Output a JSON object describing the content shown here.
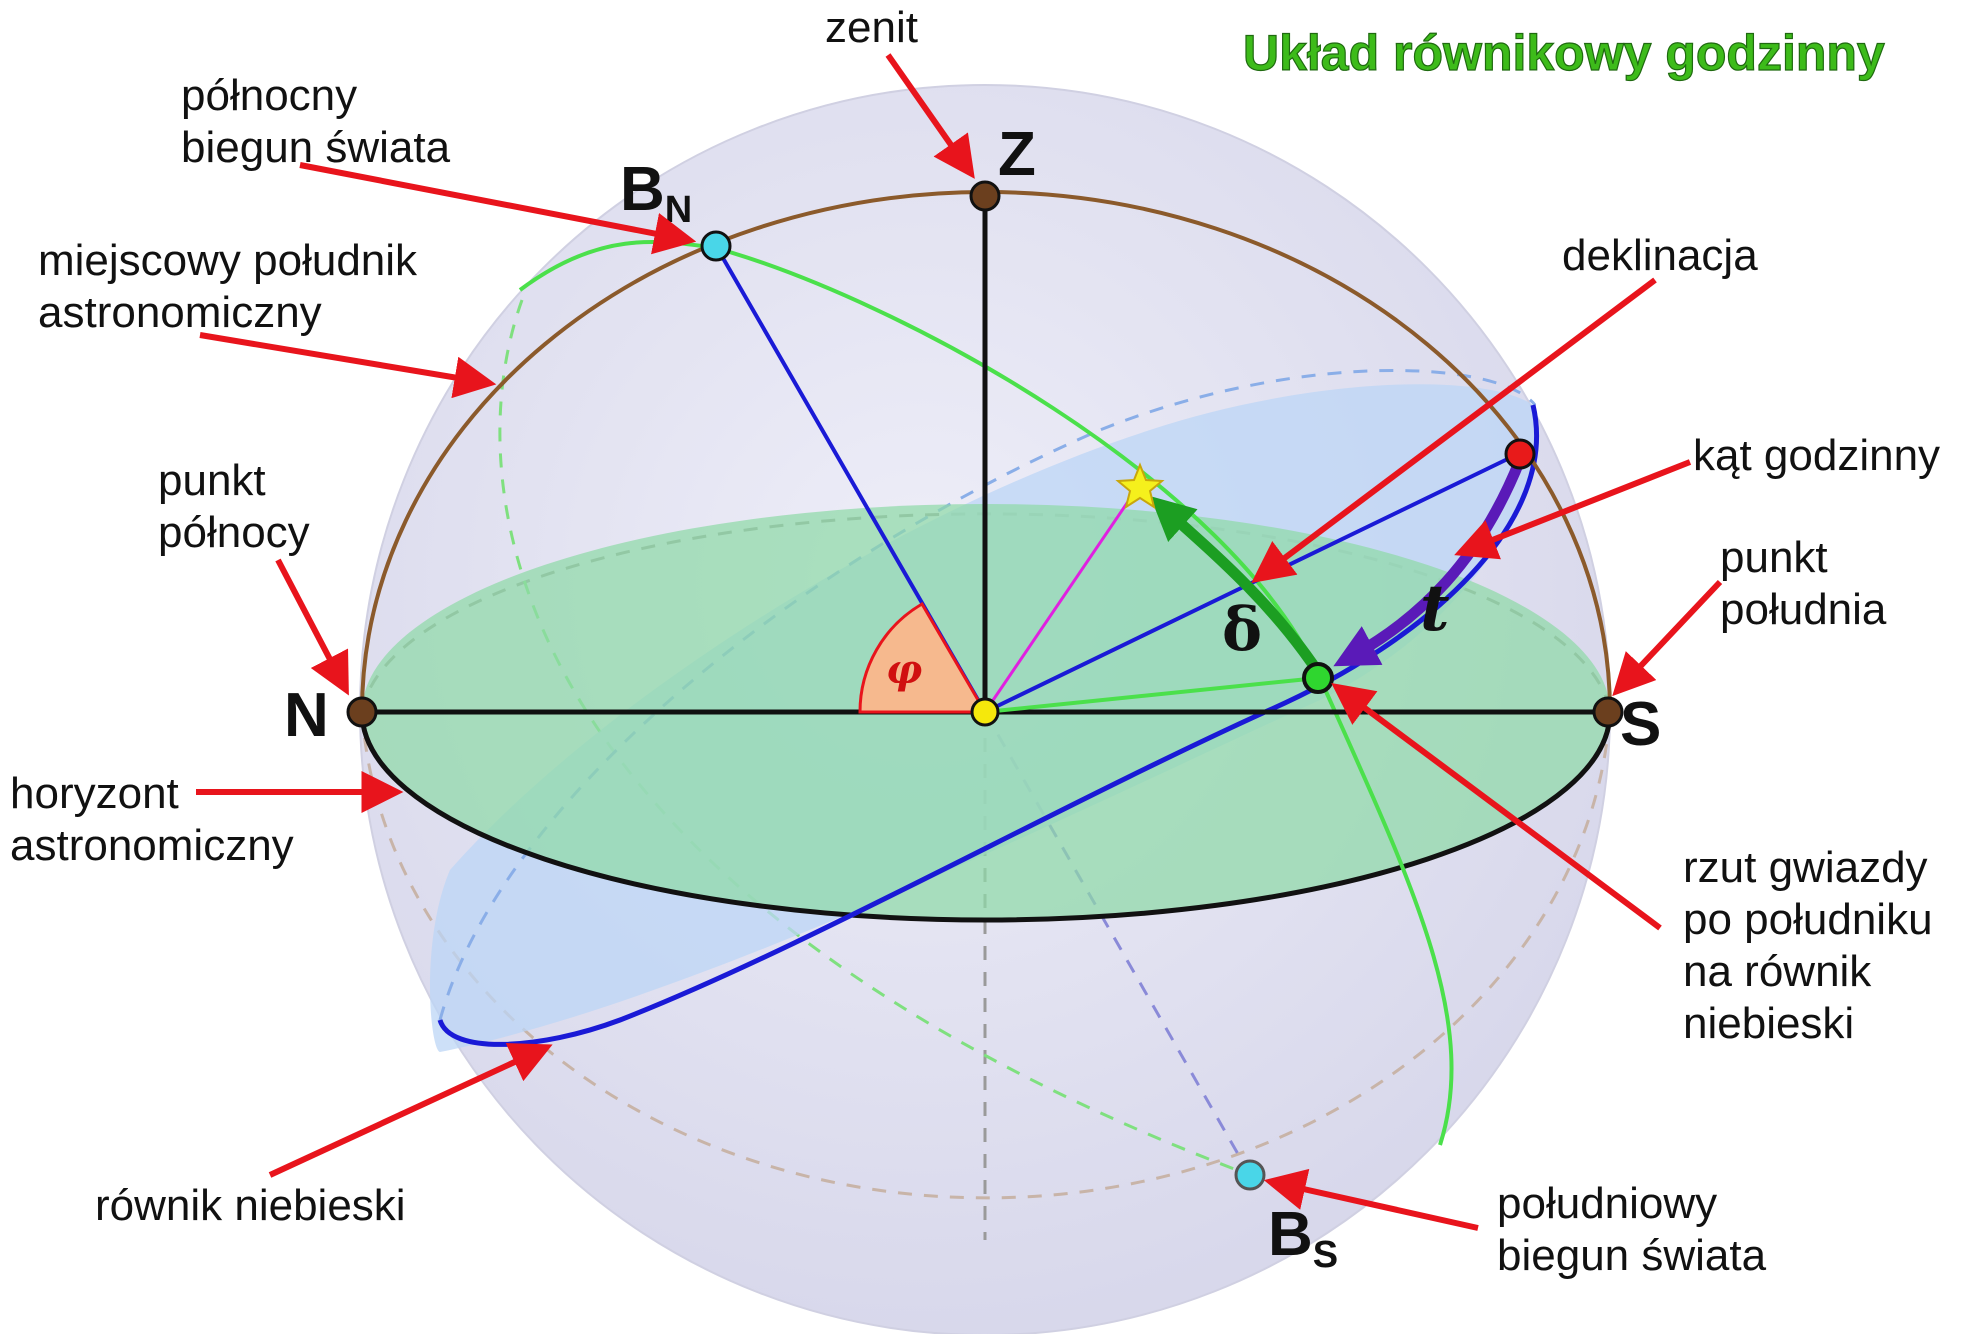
{
  "title": "Układ równikowy godzinny",
  "points": {
    "zenith": "Z",
    "north": "N",
    "south": "S",
    "north_pole": "B",
    "north_pole_sub": "N",
    "south_pole": "B",
    "south_pole_sub": "S"
  },
  "symbols": {
    "latitude": "φ",
    "declination": "δ",
    "hour_angle": "t"
  },
  "labels": {
    "zenit": [
      "zenit"
    ],
    "north_celestial_pole": [
      "północny",
      "biegun świata"
    ],
    "meridian": [
      "miejscowy południk",
      "astronomiczny"
    ],
    "north_point": [
      "punkt",
      "północy"
    ],
    "horizon": [
      "horyzont",
      "astronomiczny"
    ],
    "celestial_equator": [
      "równik niebieski"
    ],
    "declination": [
      "deklinacja"
    ],
    "hour_angle": [
      "kąt godzinny"
    ],
    "south_point": [
      "punkt",
      "południa"
    ],
    "star_projection": [
      "rzut gwiazdy",
      "po południku",
      "na równik",
      "niebieski"
    ],
    "south_celestial_pole": [
      "południowy",
      "biegun świata"
    ]
  },
  "colors": {
    "sphere": "#e2e2f1",
    "horizon_plane": "#8fd9a8",
    "equator_plane": "#bcd6f5",
    "meridian": "#8b5a2b",
    "arrow": "#e8141c",
    "blue_line": "#1a1ad6",
    "green_circle": "#4be04b",
    "hour_arc": "#5a1ab8",
    "title": "#3dbb1a"
  }
}
